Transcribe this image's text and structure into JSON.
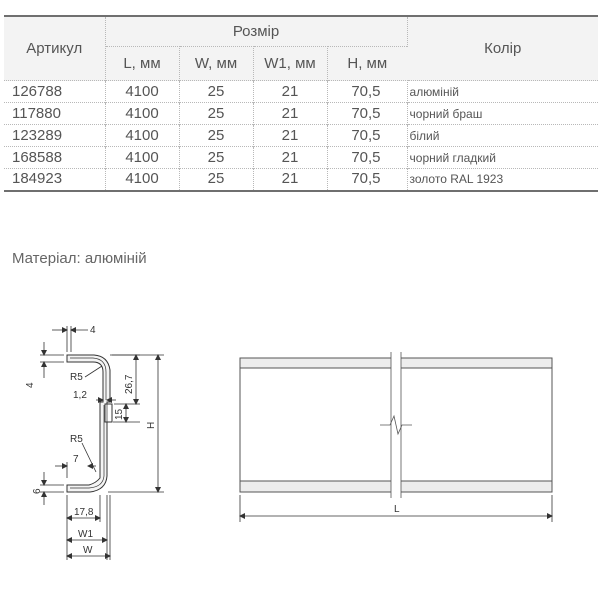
{
  "table": {
    "header": {
      "article": "Артикул",
      "size_group": "Розмір",
      "color": "Колір",
      "size_columns": [
        "L, мм",
        "W, мм",
        "W1, мм",
        "H, мм"
      ]
    },
    "rows": [
      {
        "article": "126788",
        "L": "4100",
        "W": "25",
        "W1": "21",
        "H": "70,5",
        "color": "алюміній"
      },
      {
        "article": "117880",
        "L": "4100",
        "W": "25",
        "W1": "21",
        "H": "70,5",
        "color": "чорний браш"
      },
      {
        "article": "123289",
        "L": "4100",
        "W": "25",
        "W1": "21",
        "H": "70,5",
        "color": "білий"
      },
      {
        "article": "168588",
        "L": "4100",
        "W": "25",
        "W1": "21",
        "H": "70,5",
        "color": "чорний гладкий"
      },
      {
        "article": "184923",
        "L": "4100",
        "W": "25",
        "W1": "21",
        "H": "70,5",
        "color": "золото RAL 1923"
      }
    ]
  },
  "material_text": "Матеріал: алюміній",
  "drawing": {
    "profile_labels": {
      "top_width": "4",
      "top_height": "4",
      "radius_top": "R5",
      "thickness": "1,2",
      "height_upper": "26,7",
      "height_mid": "15",
      "total_height": "H",
      "radius_bottom": "R5",
      "bottom_step": "7",
      "bottom_height": "6",
      "bottom_width": "17,8",
      "width_w1": "W1",
      "width_w": "W"
    },
    "length_label": "L"
  }
}
